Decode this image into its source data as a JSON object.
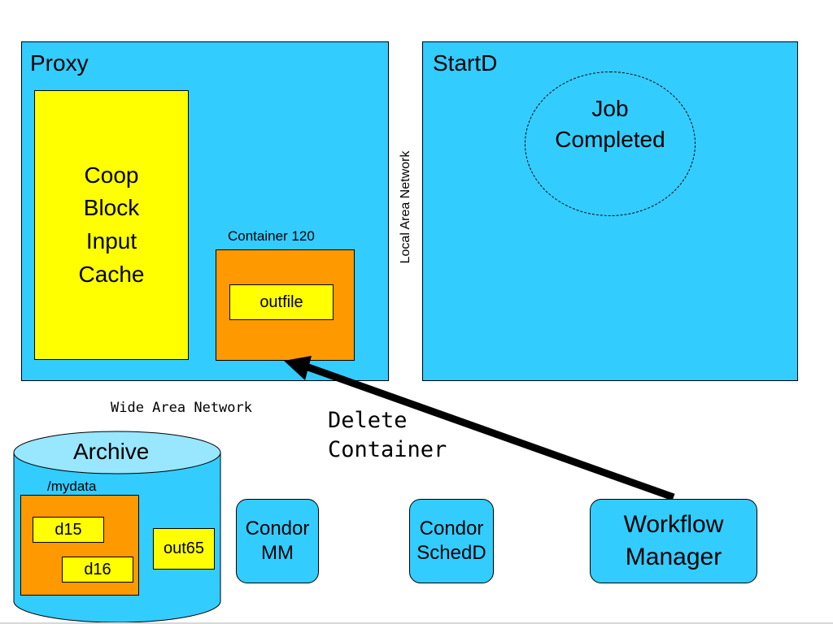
{
  "proxy": {
    "title": "Proxy",
    "cache_label": [
      "Coop",
      "Block",
      "Input",
      "Cache"
    ],
    "container_label": "Container 120",
    "outfile_label": "outfile"
  },
  "network": {
    "lan_label": "Local Area Network",
    "wan_label": "Wide Area Network"
  },
  "startd": {
    "title": "StartD",
    "job_label": [
      "Job",
      "Completed"
    ]
  },
  "action": {
    "label": [
      "Delete",
      "Container"
    ]
  },
  "archive": {
    "title": "Archive",
    "folder_label": "/mydata",
    "files": [
      "d15",
      "d16"
    ],
    "out_label": "out65"
  },
  "services": {
    "condor_mm": [
      "Condor",
      "MM"
    ],
    "condor_schedd": [
      "Condor",
      "SchedD"
    ],
    "workflow_manager": [
      "Workflow",
      "Manager"
    ]
  },
  "colors": {
    "panel_blue": "#33ccff",
    "archive_top": "#99e6ff",
    "cache_yellow": "#ffff00",
    "container_orange": "#ff9900",
    "arrow": "#000000"
  }
}
